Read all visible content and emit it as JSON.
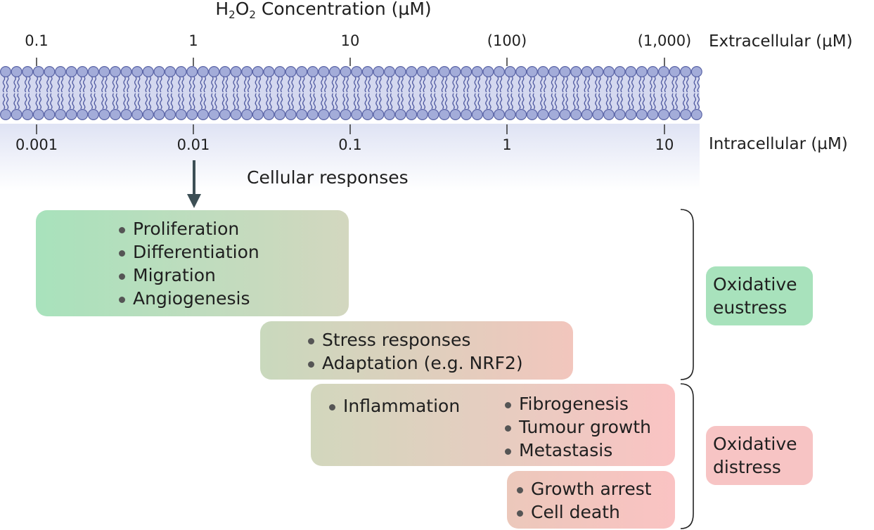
{
  "title": {
    "prefix": "H",
    "sub1": "2",
    "mid": "O",
    "sub2": "2",
    "suffix": " Concentration (µM)"
  },
  "extracellular": {
    "label": "Extracellular (µM)",
    "ticks": [
      "0.1",
      "1",
      "10",
      "(100)",
      "(1,000)"
    ]
  },
  "intracellular": {
    "label": "Intracellular (µM)",
    "ticks": [
      "0.001",
      "0.01",
      "0.1",
      "1",
      "10"
    ]
  },
  "cellular_responses": "Cellular responses",
  "boxes": {
    "physiological": [
      "Proliferation",
      "Differentiation",
      "Migration",
      "Angiogenesis"
    ],
    "stress": [
      "Stress responses",
      "Adaptation (e.g. NRF2)"
    ],
    "inflammation": [
      "Inflammation"
    ],
    "pathology": [
      "Fibrogenesis",
      "Tumour growth",
      "Metastasis"
    ],
    "death": [
      "Growth arrest",
      "Cell death"
    ]
  },
  "tags": {
    "eustress": {
      "line1": "Oxidative",
      "line2": "eustress"
    },
    "distress": {
      "line1": "Oxidative",
      "line2": "distress"
    }
  },
  "colors": {
    "green": "#a8e2bc",
    "pink": "#f7c4c4",
    "olive": "#ccd6bf",
    "membrane_head": "#a3acd9",
    "membrane_outline": "#5a64a6"
  }
}
